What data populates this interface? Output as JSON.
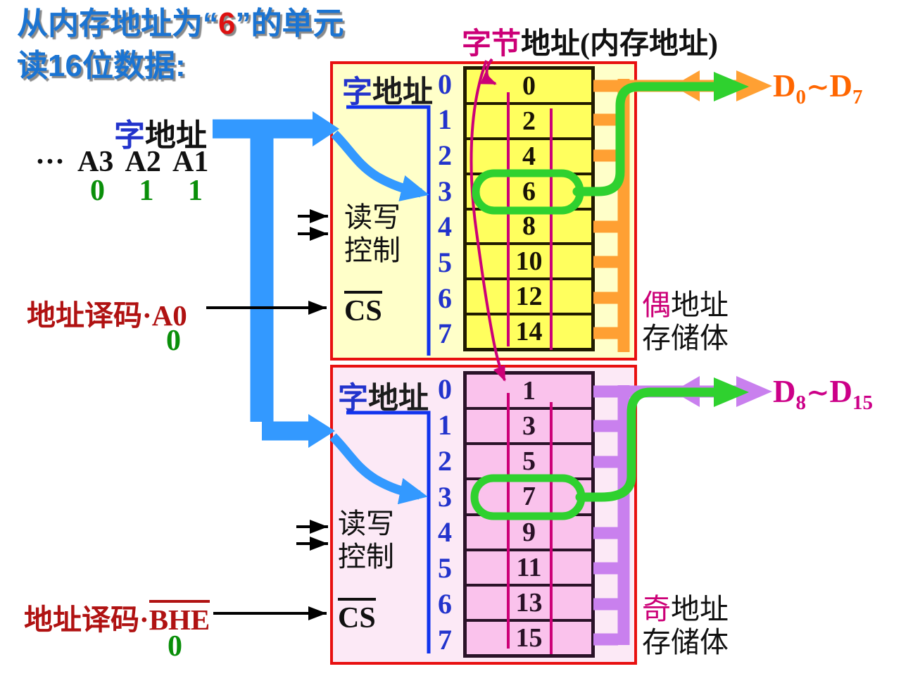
{
  "title": {
    "line1_prefix": "从内存地址为",
    "quote_open": "“",
    "line1_highlight": "6",
    "quote_close": "”",
    "line1_suffix": "的单元",
    "line2": "读16位数据:"
  },
  "word_address_source": {
    "accent": "字",
    "rest": "地址",
    "dots": "···",
    "bit_names": "A3 A2 A1",
    "bit_values": "0 1 1"
  },
  "decoder_even": {
    "label": "地址译码·",
    "signal": "A0",
    "value": "0"
  },
  "decoder_odd": {
    "label": "地址译码·",
    "signal": "BHE",
    "value": "0"
  },
  "byte_address_header": {
    "accent": "字节",
    "rest": "地址(内存地址)"
  },
  "even_bank": {
    "word_address_label": {
      "accent": "字",
      "rest": "地址"
    },
    "word_addresses": [
      "0",
      "1",
      "2",
      "3",
      "4",
      "5",
      "6",
      "7"
    ],
    "cells": [
      "0",
      "2",
      "4",
      "6",
      "8",
      "10",
      "12",
      "14"
    ],
    "highlighted_cell": "6",
    "rw_line1": "读写",
    "rw_line2": "控制",
    "cs": "CS",
    "side_label": {
      "accent": "偶",
      "rest": "地址",
      "line2": "存储体"
    }
  },
  "odd_bank": {
    "word_address_label": {
      "accent": "字",
      "rest": "地址"
    },
    "word_addresses": [
      "0",
      "1",
      "2",
      "3",
      "4",
      "5",
      "6",
      "7"
    ],
    "cells": [
      "1",
      "3",
      "5",
      "7",
      "9",
      "11",
      "13",
      "15"
    ],
    "highlighted_cell": "7",
    "rw_line1": "读写",
    "rw_line2": "控制",
    "cs": "CS",
    "side_label": {
      "accent": "奇",
      "rest": "地址",
      "line2": "存储体"
    }
  },
  "data_bus_low": {
    "d": "D",
    "from_sub": "0",
    "tilde": "∼",
    "to_sub": "7"
  },
  "data_bus_high": {
    "d": "D",
    "from_sub": "8",
    "tilde": "∼",
    "to_sub": "15"
  },
  "colors": {
    "title_blue": "#1b74d2",
    "highlight_red": "#dd1111",
    "value_green": "#0a8f0a",
    "decoder_dark_red": "#b01212",
    "word_accent_blue": "#2233cc",
    "byte_accent_magenta": "#cc0077",
    "box_border_red": "#e81010",
    "even_cell_yellow": "#ffff5e",
    "odd_cell_pink": "#fac2ec",
    "even_bus_orange": "#ffa033",
    "odd_bus_violet": "#c980ee",
    "d_low_label_orange": "#ff6600",
    "d_high_label_pink": "#cc0088",
    "highlight_green": "#2fd12f",
    "address_feed_blue": "#3399ff"
  }
}
